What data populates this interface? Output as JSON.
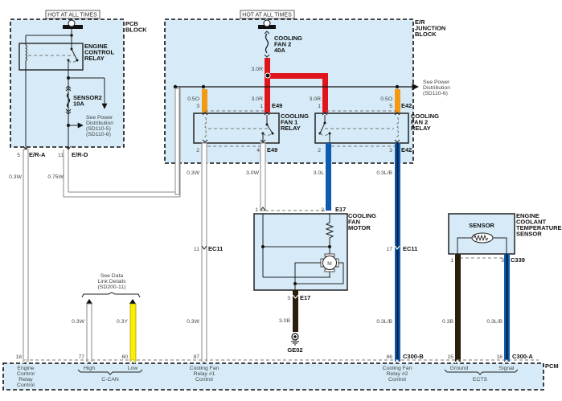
{
  "hot_labels": {
    "left": "HOT AT ALL TIMES",
    "right": "HOT AT ALL TIMES"
  },
  "blocks": {
    "pcb": [
      "PCB",
      "BLOCK"
    ],
    "er_junction": [
      "E/R",
      "JUNCTION",
      "BLOCK"
    ],
    "pcm": "PCM"
  },
  "components": {
    "engine_control_relay": [
      "ENGINE",
      "CONTROL",
      "RELAY"
    ],
    "sensor2_fuse": [
      "SENSOR2",
      "10A"
    ],
    "cooling_fan2_fuse": [
      "COOLING",
      "FAN 2",
      "40A"
    ],
    "cooling_fan1_relay": [
      "COOLING",
      "FAN 1",
      "RELAY"
    ],
    "cooling_fan2_relay": [
      "COOLING",
      "FAN 2",
      "RELAY"
    ],
    "cooling_fan_motor": [
      "COOLING",
      "FAN",
      "MOTOR"
    ],
    "motor_symbol": "M",
    "ects": [
      "ENGINE",
      "COOLANT",
      "TEMPERATURE",
      "SENSOR"
    ],
    "ects_inner": "SENSOR",
    "ground": "GE02"
  },
  "references": {
    "pcb_power": [
      "See Power",
      "Distribution",
      "(SD110-5)",
      "(SD110-6)"
    ],
    "er_power": [
      "See Power",
      "Distribution",
      "(SD110-6)"
    ],
    "data_link": [
      "See Data",
      "Link Details",
      "(SD200-11)"
    ]
  },
  "connectors": {
    "era_pin": "5",
    "era": "E/R-A",
    "erd_pin": "11",
    "erd": "E/R-D",
    "r1_p3": "3",
    "r1_p1": "1",
    "r1_e49_top": "E49",
    "r1_p2": "2",
    "r1_p4": "4",
    "r1_e49_bot": "E49",
    "r2_p1": "1",
    "r2_p5": "5",
    "r2_e42_top": "E42",
    "r2_p2": "2",
    "r2_p3": "3",
    "r2_e42_bot": "E42",
    "ec11_a_pin": "11",
    "ec11_a": "EC11",
    "ec11_b_pin": "17",
    "ec11_b": "EC11",
    "m_p1": "1",
    "m_p2": "2",
    "m_e17_top": "E17",
    "m_p3": "3",
    "m_e17_bot": "E17",
    "s_p1": "1",
    "s_p3": "3",
    "s_c339": "C339",
    "pcm_p18": "18",
    "pcm_p77": "77",
    "pcm_p60": "60",
    "pcm_p87": "87",
    "pcm_p86": "86",
    "pcm_c300b": "C300-B",
    "pcm_p15": "15",
    "pcm_p16": "16",
    "pcm_c300a": "C300-A"
  },
  "wires": {
    "fuse_out": "3.0R",
    "r1_feed": "3.0R",
    "r2_feed": "3.0R",
    "r1_coil": "0.5O",
    "r2_coil": "0.5O",
    "era": "0.3W",
    "erd": "0.75W",
    "r1_ctrl": "0.3W",
    "r1_out": "3.0W",
    "r2_out": "3.0L",
    "r2_ctrl": "0.3L/B",
    "can_high": "0.3W",
    "can_low": "0.3Y",
    "r1_pcm": "0.3W",
    "motor_gnd": "3.0B",
    "r2_pcm": "0.3L/B",
    "ects_gnd": "0.3B",
    "ects_sig": "0.3L/B"
  },
  "pcm_labels": {
    "engine_relay": [
      "Engine",
      "Control",
      "Relay",
      "Control"
    ],
    "high": "High",
    "low": "Low",
    "ccan": "C-CAN",
    "fan1": [
      "Cooling Fan",
      "Relay #1",
      "Control"
    ],
    "fan2": [
      "Cooling Fan",
      "Relay #2",
      "Control"
    ],
    "ground": "Ground",
    "signal": "Signal",
    "ects": "ECTS"
  },
  "colors": {
    "red": "#e0151b",
    "orange": "#f39a12",
    "blue": "#0b5bb0",
    "yellow": "#ffee00",
    "black": "#2a1e0e",
    "white_wire": "#ffffff",
    "block_fill": "#d6ebf7"
  }
}
